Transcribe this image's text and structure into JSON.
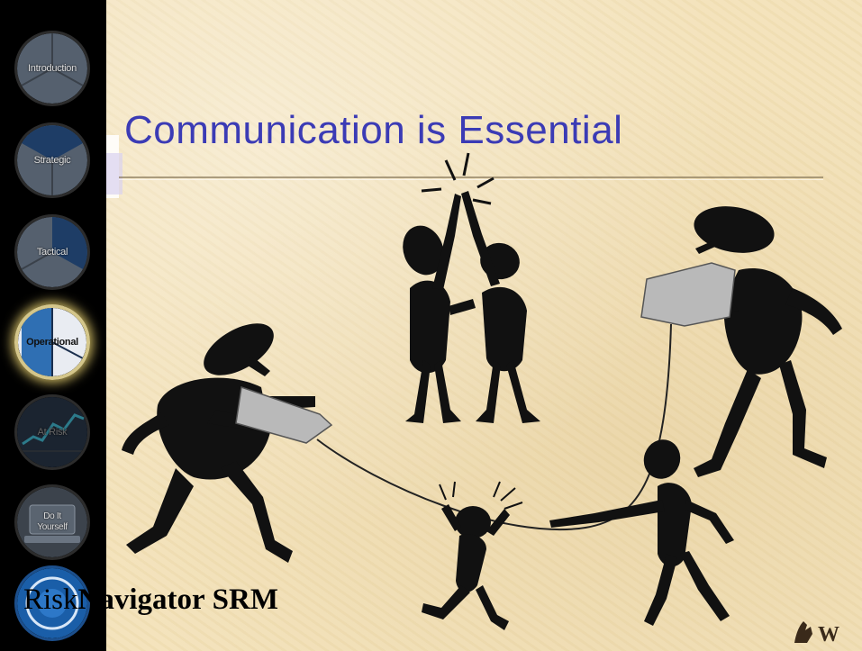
{
  "slide": {
    "title": "Communication is Essential"
  },
  "nav": {
    "items": [
      {
        "label": "Introduction",
        "state": "normal"
      },
      {
        "label": "Strategic",
        "state": "normal"
      },
      {
        "label": "Tactical",
        "state": "normal"
      },
      {
        "label": "Operational",
        "state": "active"
      },
      {
        "label": "At Risk",
        "state": "dim"
      },
      {
        "label": "Do It Yourself",
        "state": "normal"
      }
    ]
  },
  "logo": {
    "part1": "Risk",
    "part2": "Navigator",
    "part3": "SRM"
  },
  "colors": {
    "title": "#3b3bb5",
    "nav_background": "#000000",
    "slide_background": "#f3e2b9",
    "active_highlight": "#d4c68a"
  }
}
